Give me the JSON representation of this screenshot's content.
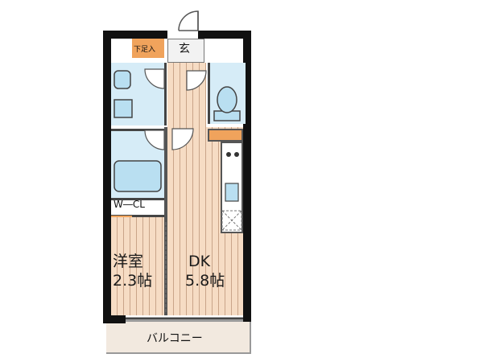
{
  "rooms": {
    "entrance": {
      "label": "玄"
    },
    "shoe_storage": {
      "label": "下足入"
    },
    "walk_in_closet": {
      "label": "W―CL"
    },
    "western_room": {
      "name": "洋室",
      "size": "2.3帖"
    },
    "dk": {
      "name": "DK",
      "size": "5.8帖"
    },
    "balcony": {
      "label": "バルコニー"
    }
  },
  "colors": {
    "wall": "#111111",
    "wood_floor": "#f6dcc4",
    "wet_area": "#d6ecf7",
    "fixture_blue": "#b9dff1",
    "accent_orange": "#f0a35c",
    "balcony": "#f2e9df"
  }
}
